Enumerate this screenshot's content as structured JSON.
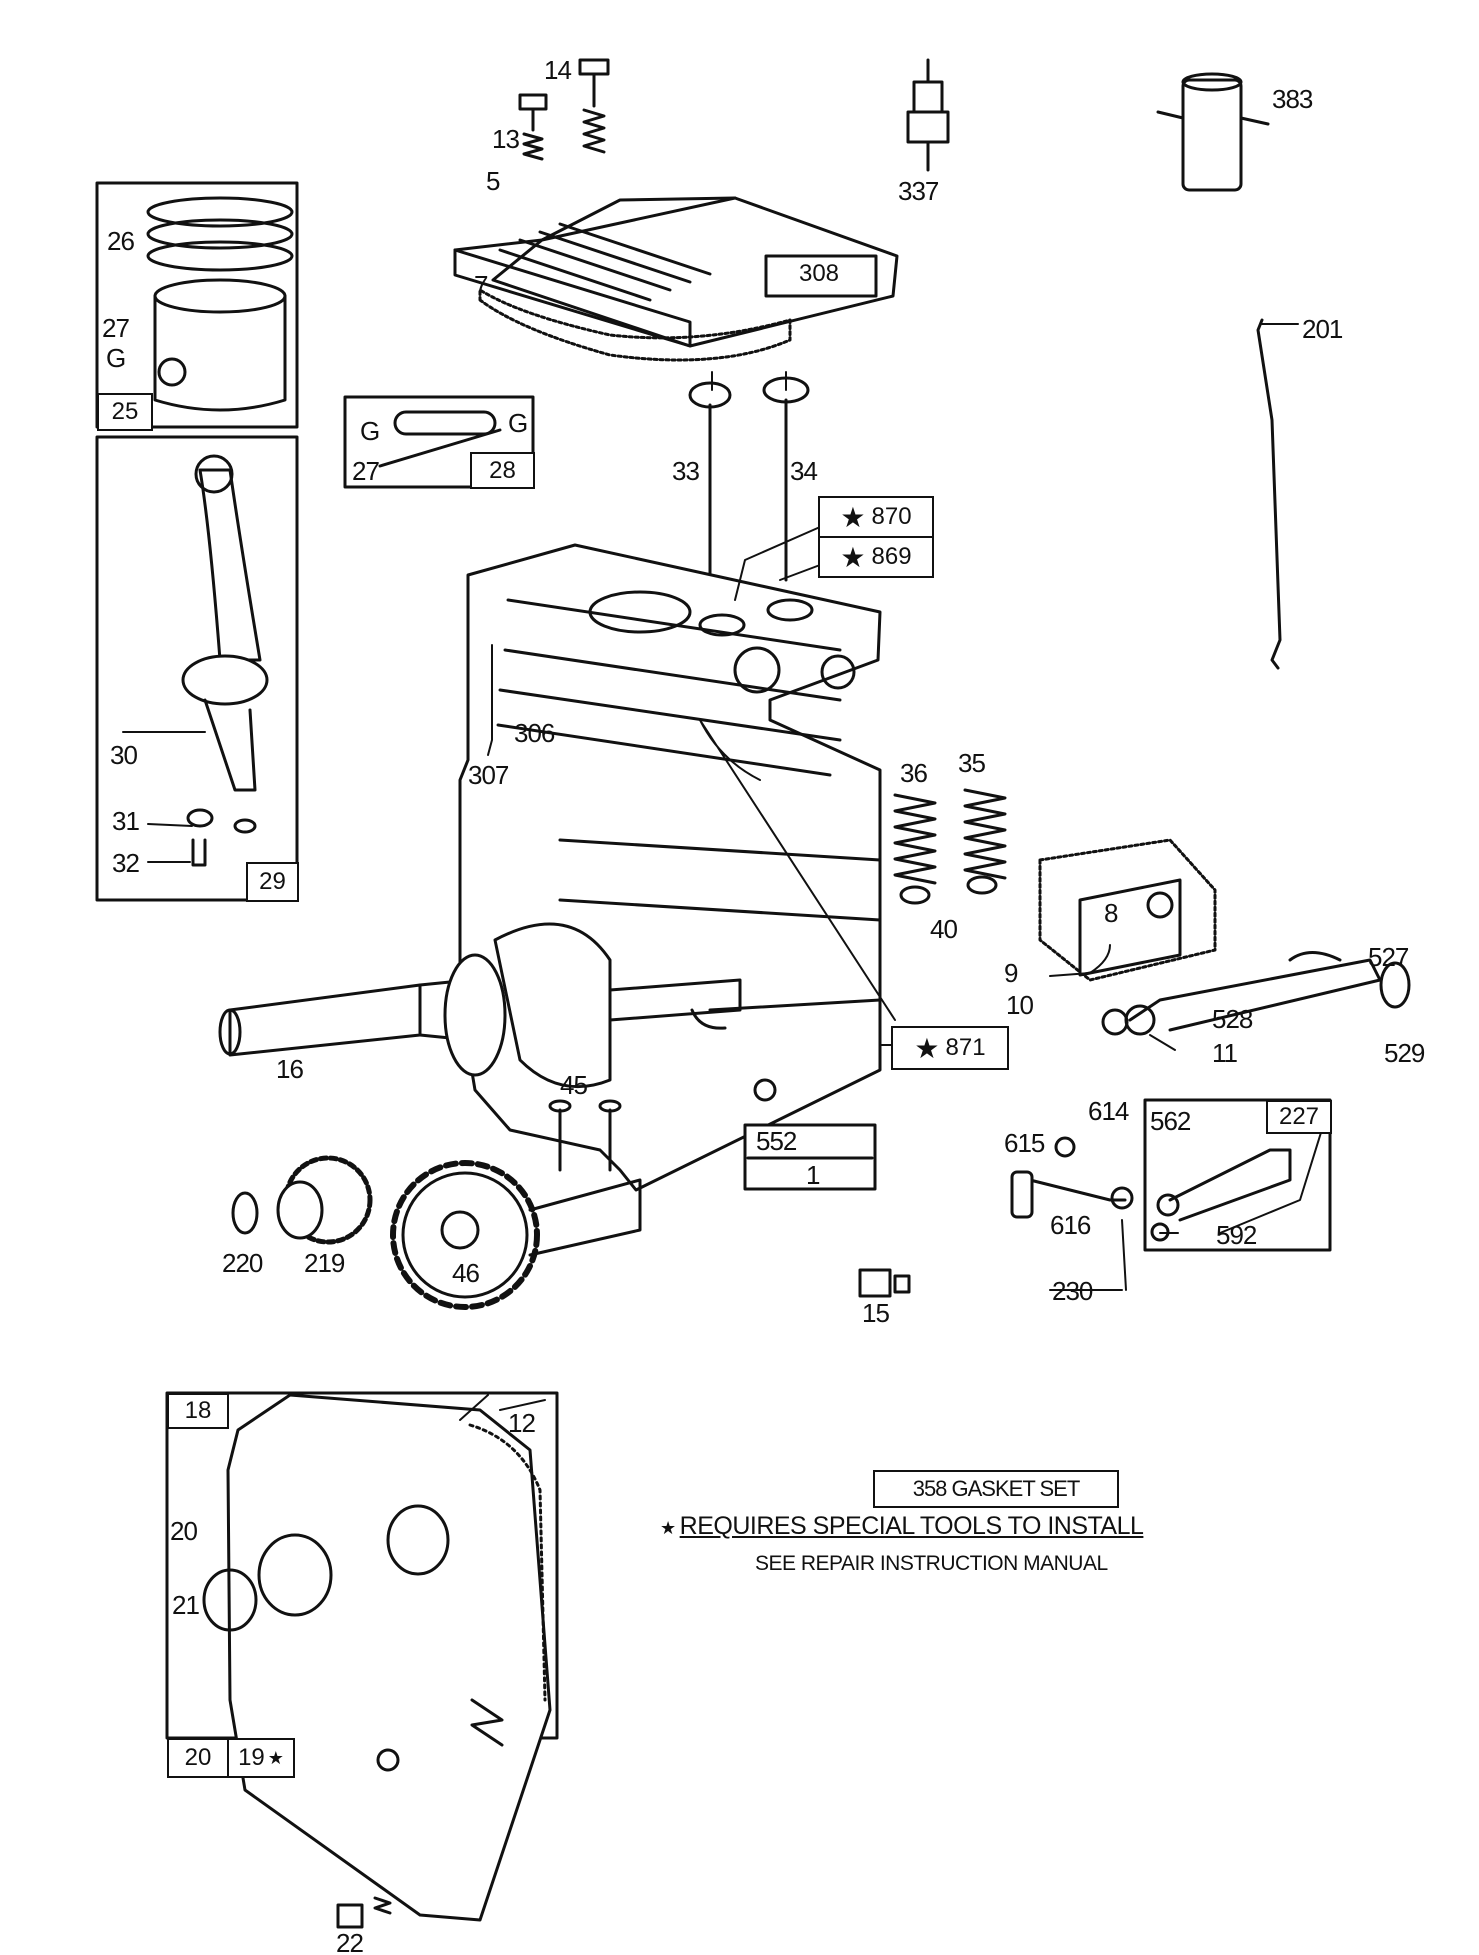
{
  "parts": {
    "p383": "383",
    "p14": "14",
    "p13": "13",
    "p337": "337",
    "p5": "5",
    "p308": "308",
    "p7": "7",
    "p201": "201",
    "p26": "26",
    "p27a": "27",
    "pG": "G",
    "p25": "25",
    "p27b": "27",
    "pG1": "G",
    "pG2": "G",
    "p28": "28",
    "p33": "33",
    "p34": "34",
    "p870": "870",
    "p869": "869",
    "p30": "30",
    "p31": "31",
    "p32": "32",
    "p29": "29",
    "p307": "307",
    "p306": "306",
    "p36": "36",
    "p35": "35",
    "p40": "40",
    "p8": "8",
    "p9": "9",
    "p10": "10",
    "p527": "527",
    "p528": "528",
    "p11": "11",
    "p529": "529",
    "p871": "871",
    "p16": "16",
    "p45": "45",
    "p552": "552",
    "p1": "1",
    "p614": "614",
    "p615": "615",
    "p616": "616",
    "p562": "562",
    "p227": "227",
    "p592": "592",
    "p230": "230",
    "p220": "220",
    "p219": "219",
    "p46": "46",
    "p15": "15",
    "p18": "18",
    "p12": "12",
    "p20": "20",
    "p21": "21",
    "p20b": "20",
    "p19": "19",
    "p22": "22"
  },
  "star": "★",
  "notes": {
    "gasket_set": "358 GASKET SET",
    "special_tools": "REQUIRES SPECIAL TOOLS TO INSTALL",
    "see_manual": "SEE REPAIR INSTRUCTION MANUAL"
  },
  "colors": {
    "ink": "#111111",
    "paper": "#ffffff"
  }
}
